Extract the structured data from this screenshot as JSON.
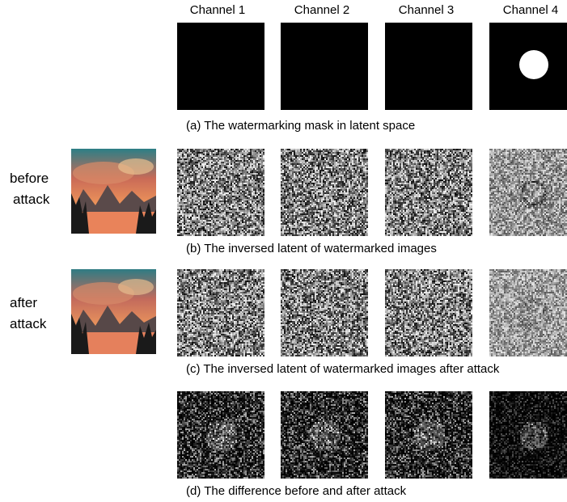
{
  "columns": [
    "Channel 1",
    "Channel 2",
    "Channel 3",
    "Channel 4"
  ],
  "rows": [
    {
      "id": "a",
      "caption": "(a) The watermarking mask in latent space"
    },
    {
      "id": "b",
      "side_label_lines": [
        "before",
        "attack"
      ],
      "caption": "(b) The inversed latent of watermarked images"
    },
    {
      "id": "c",
      "side_label_lines": [
        "after",
        "attack"
      ],
      "caption": "(c) The inversed latent of watermarked images after attack"
    },
    {
      "id": "d",
      "caption": "(d) The difference before and after attack"
    }
  ]
}
